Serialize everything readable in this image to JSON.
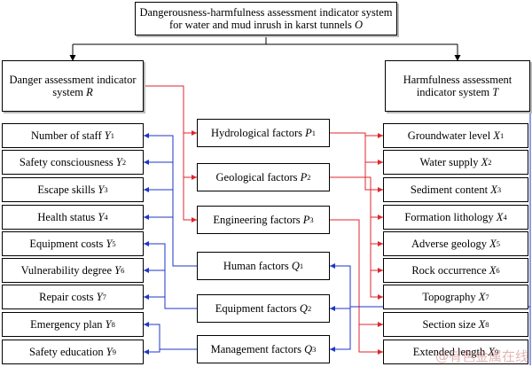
{
  "colors": {
    "box": "#000000",
    "root_link": "#000000",
    "danger_link": "#e0262c",
    "harm_link": "#1f36c8"
  },
  "root": {
    "name": "Dangerousness-harmfulness assessment indicator system for water and mud inrush in karst tunnels",
    "symbol": "O"
  },
  "danger_system": {
    "name": "Danger assessment indicator system",
    "symbol": "R"
  },
  "harm_system": {
    "name": "Harmfulness assessment indicator system",
    "symbol": "T"
  },
  "p_factors": [
    {
      "id": "P1",
      "name": "Hydrological factors",
      "symbol": "P",
      "sub": "1"
    },
    {
      "id": "P2",
      "name": "Geological factors",
      "symbol": "P",
      "sub": "2"
    },
    {
      "id": "P3",
      "name": "Engineering factors",
      "symbol": "P",
      "sub": "3"
    }
  ],
  "q_factors": [
    {
      "id": "Q1",
      "name": "Human factors",
      "symbol": "Q",
      "sub": "1"
    },
    {
      "id": "Q2",
      "name": "Equipment factors",
      "symbol": "Q",
      "sub": "2"
    },
    {
      "id": "Q3",
      "name": "Management factors",
      "symbol": "Q",
      "sub": "3"
    }
  ],
  "x_indicators": [
    {
      "id": "X1",
      "name": "Groundwater level",
      "symbol": "X",
      "sub": "1"
    },
    {
      "id": "X2",
      "name": "Water supply",
      "symbol": "X",
      "sub": "2"
    },
    {
      "id": "X3",
      "name": "Sediment content",
      "symbol": "X",
      "sub": "3"
    },
    {
      "id": "X4",
      "name": "Formation lithology",
      "symbol": "X",
      "sub": "4"
    },
    {
      "id": "X5",
      "name": "Adverse geology",
      "symbol": "X",
      "sub": "5"
    },
    {
      "id": "X6",
      "name": "Rock occurrence",
      "symbol": "X",
      "sub": "6"
    },
    {
      "id": "X7",
      "name": "Topography",
      "symbol": "X",
      "sub": "7"
    },
    {
      "id": "X8",
      "name": "Section size",
      "symbol": "X",
      "sub": "8"
    },
    {
      "id": "X9",
      "name": "Extended length",
      "symbol": "X",
      "sub": "9"
    }
  ],
  "y_indicators": [
    {
      "id": "Y1",
      "name": "Number of staff",
      "symbol": "Y",
      "sub": "1"
    },
    {
      "id": "Y2",
      "name": "Safety consciousness",
      "symbol": "Y",
      "sub": "2"
    },
    {
      "id": "Y3",
      "name": "Escape skills",
      "symbol": "Y",
      "sub": "3"
    },
    {
      "id": "Y4",
      "name": "Health status",
      "symbol": "Y",
      "sub": "4"
    },
    {
      "id": "Y5",
      "name": "Equipment costs",
      "symbol": "Y",
      "sub": "5"
    },
    {
      "id": "Y6",
      "name": "Vulnerability degree",
      "symbol": "Y",
      "sub": "6"
    },
    {
      "id": "Y7",
      "name": "Repair costs",
      "symbol": "Y",
      "sub": "7"
    },
    {
      "id": "Y8",
      "name": "Emergency plan",
      "symbol": "Y",
      "sub": "8"
    },
    {
      "id": "Y9",
      "name": "Safety education",
      "symbol": "Y",
      "sub": "9"
    }
  ],
  "links": {
    "root_to_systems": [
      "R",
      "T"
    ],
    "danger": [
      {
        "from": "R",
        "to": [
          "P1",
          "P2",
          "P3"
        ]
      },
      {
        "from": "P1",
        "to": [
          "X1",
          "X2",
          "X3"
        ]
      },
      {
        "from": "P2",
        "to": [
          "X4",
          "X5",
          "X6",
          "X7"
        ]
      },
      {
        "from": "P3",
        "to": [
          "X8",
          "X9"
        ]
      }
    ],
    "harm": [
      {
        "from": "T",
        "to": [
          "Q1",
          "Q2",
          "Q3"
        ]
      },
      {
        "from": "Q1",
        "to": [
          "Y1",
          "Y2",
          "Y3",
          "Y4"
        ]
      },
      {
        "from": "Q2",
        "to": [
          "Y5",
          "Y6",
          "Y7"
        ]
      },
      {
        "from": "Q3",
        "to": [
          "Y8",
          "Y9"
        ]
      }
    ]
  },
  "watermark": "@有色金属在线"
}
